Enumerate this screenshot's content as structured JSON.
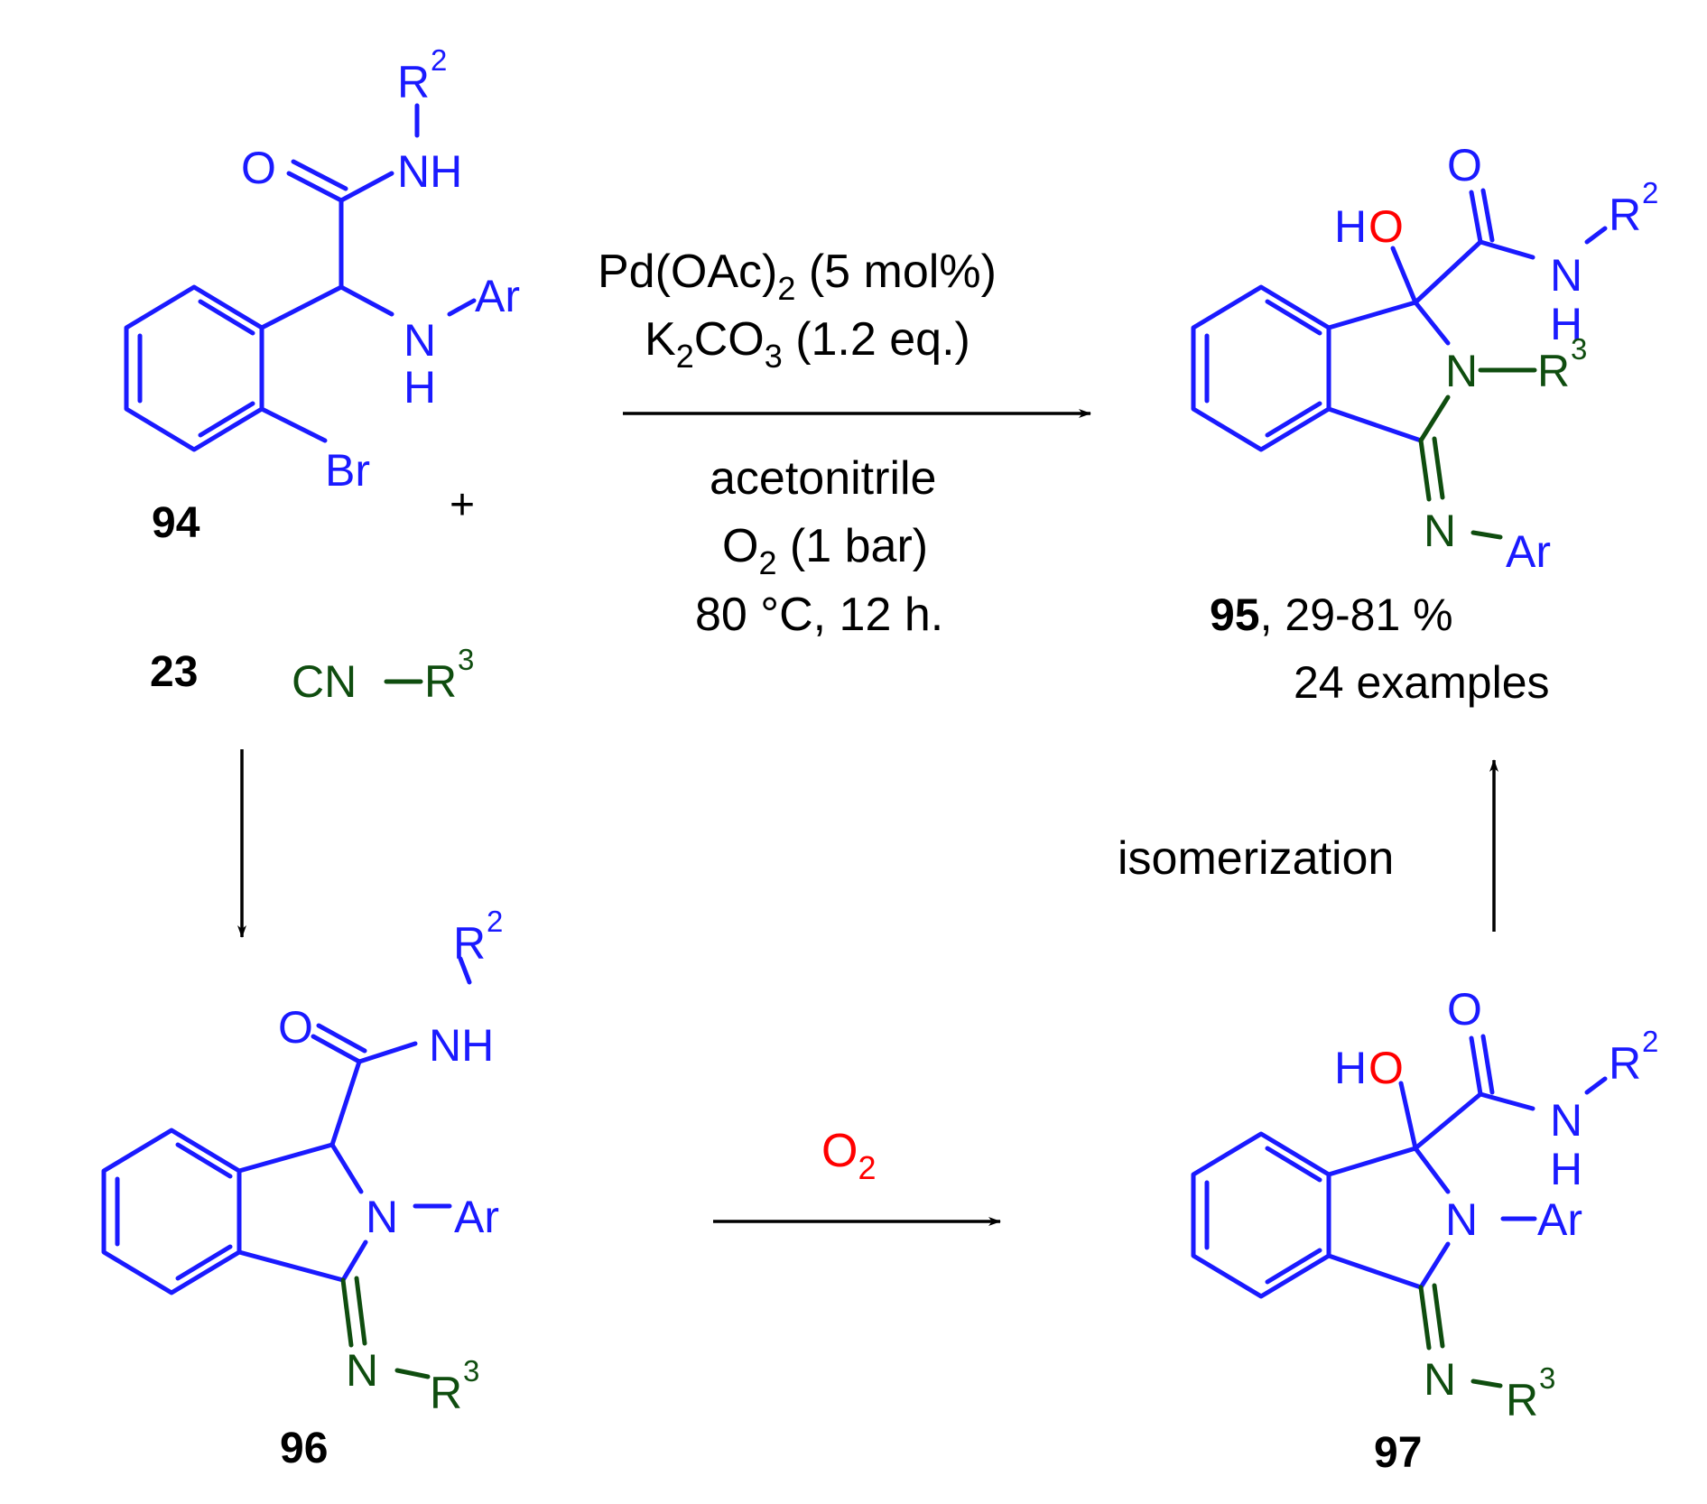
{
  "colors": {
    "scaffold": "#1a1aff",
    "isocyanide": "#0f4d0f",
    "oxygen": "#ff0000",
    "text": "#000000"
  },
  "compounds": {
    "c94": {
      "number": "94",
      "atoms": {
        "O": "O",
        "NH": "NH",
        "R": "R",
        "R_sup": "2",
        "N": "N",
        "H": "H",
        "Ar": "Ar",
        "Br": "Br"
      }
    },
    "c23": {
      "number": "23",
      "formula": "CN",
      "R": "R",
      "R_sup": "3"
    },
    "c95": {
      "number": "95",
      "yield": ", 29-81 %",
      "examples": "24 examples",
      "atoms": {
        "H": "H",
        "O_hydroxyl": "O",
        "O": "O",
        "N_amide": "N",
        "H_amide": "H",
        "R2": "R",
        "R2_sup": "2",
        "N_ring": "N",
        "R3": "R",
        "R3_sup": "3",
        "N_imine": "N",
        "Ar": "Ar"
      }
    },
    "c96": {
      "number": "96",
      "atoms": {
        "O": "O",
        "NH": "NH",
        "R2": "R",
        "R2_sup": "2",
        "N_ring": "N",
        "Ar": "Ar",
        "N_imine": "N",
        "R3": "R",
        "R3_sup": "3"
      }
    },
    "c97": {
      "number": "97",
      "atoms": {
        "H": "H",
        "O_hydroxyl": "O",
        "O": "O",
        "N_amide": "N",
        "H_amide": "H",
        "R2": "R",
        "R2_sup": "2",
        "N_ring": "N",
        "Ar": "Ar",
        "N_imine": "N",
        "R3": "R",
        "R3_sup": "3"
      }
    }
  },
  "plus": "+",
  "conditions": {
    "catalyst": {
      "a": "Pd(OAc)",
      "sub": "2",
      "b": " (5 mol%)"
    },
    "base": {
      "a": "K",
      "sub1": "2",
      "b": "CO",
      "sub2": "3",
      "c": " (1.2 eq.)"
    },
    "solvent": "acetonitrile",
    "oxidant": {
      "a": "O",
      "sub": "2",
      "b": " (1 bar)"
    },
    "temp_time": "80 °C, 12 h."
  },
  "step_oxidation": {
    "a": "O",
    "sub": "2"
  },
  "step_isomerization": "isomerization"
}
